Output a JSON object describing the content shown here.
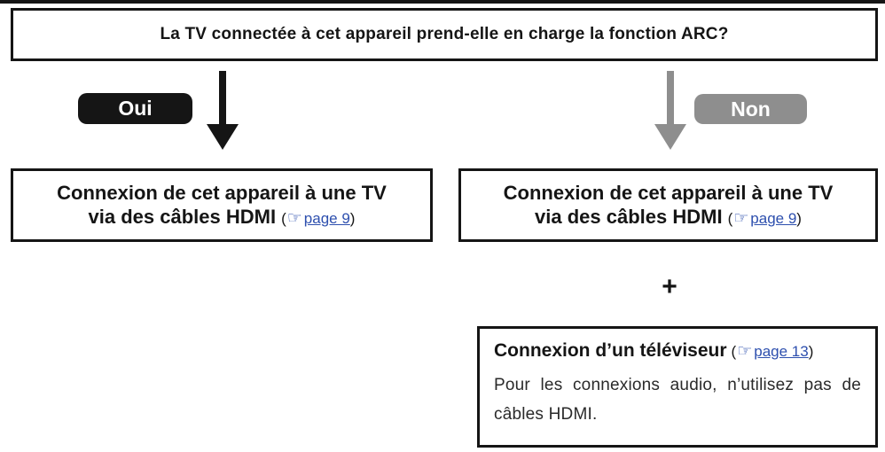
{
  "colors": {
    "black": "#151515",
    "gray_badge": "#8e8e8e",
    "link_blue": "#2d4fae"
  },
  "question_box": {
    "text": "La TV connectée à cet appareil prend-elle en charge la fonction ARC?"
  },
  "branch_yes": {
    "label": "Oui"
  },
  "branch_no": {
    "label": "Non"
  },
  "box_hdmi_left": {
    "title_line1": "Connexion de cet appareil à une TV",
    "title_line2": "via des câbles HDMI",
    "ref_open": "(",
    "hand_icon": "☞",
    "ref_link": "page 9",
    "ref_close": ")"
  },
  "box_hdmi_right": {
    "title_line1": "Connexion de cet appareil à une TV",
    "title_line2": "via des câbles HDMI",
    "ref_open": "(",
    "hand_icon": "☞",
    "ref_link": "page 9",
    "ref_close": ")"
  },
  "plus_sign": "+",
  "box_tv": {
    "title": "Connexion d’un téléviseur",
    "ref_open": "(",
    "hand_icon": "☞",
    "ref_link": "page 13",
    "ref_close": ")",
    "body": "Pour les connexions audio, n’utilisez pas de câbles HDMI."
  }
}
